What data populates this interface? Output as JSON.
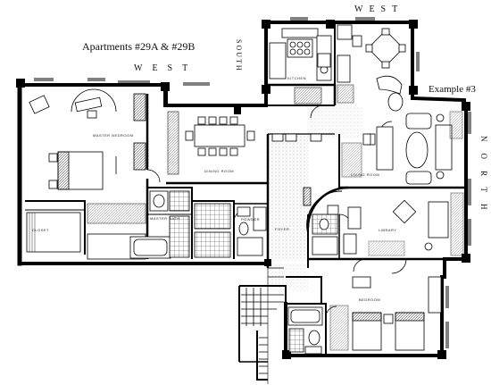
{
  "plan": {
    "title": "Apartments #29A & #29B",
    "example_label": "Example #3",
    "compass": {
      "west_main": "WEST",
      "west_top": "WEST",
      "south": "SOUTH",
      "north": "NORTH"
    },
    "rooms": {
      "master_bedroom": "MASTER BEDROOM",
      "closet": "CLOSET",
      "dining_room": "DINING ROOM",
      "kitchen": "KITCHEN",
      "living_room": "LIVING ROOM",
      "foyer": "FOYER",
      "library": "LIBRARY",
      "bedroom": "BEDROOM",
      "master_bath": "MASTER BATH",
      "powder_room": "POWDER"
    }
  }
}
